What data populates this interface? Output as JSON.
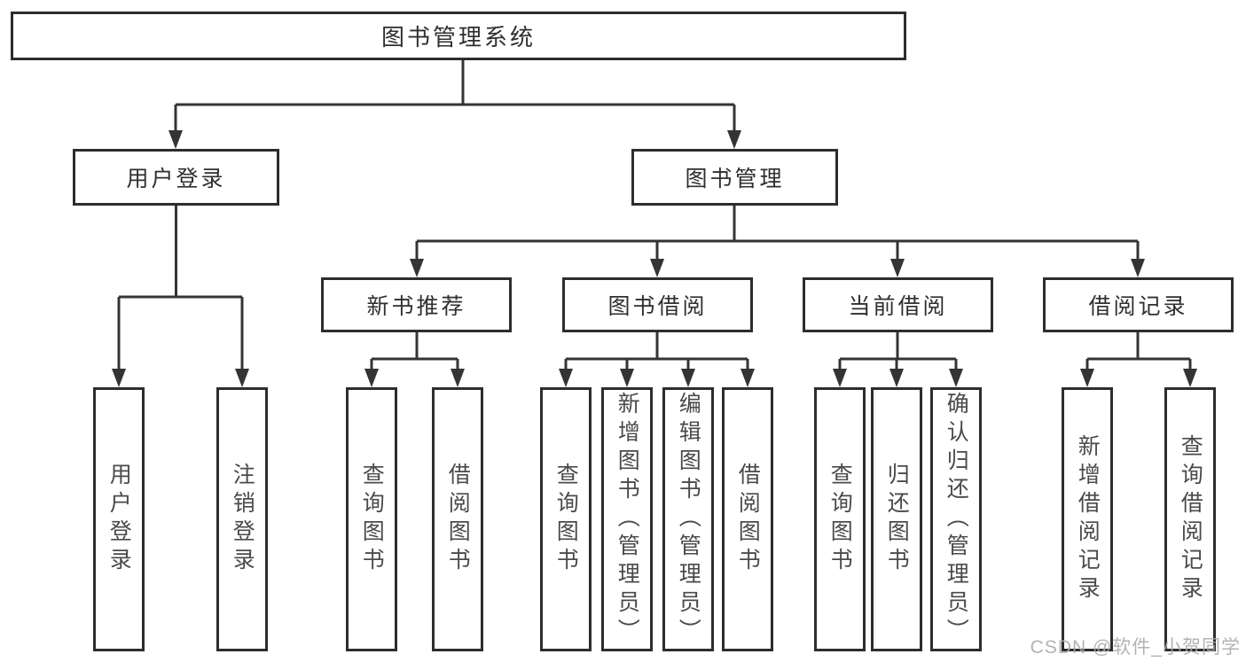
{
  "root": {
    "label": "图书管理系统",
    "children": [
      {
        "label": "用户登录",
        "children": [
          {
            "label": "用户登录"
          },
          {
            "label": "注销登录"
          }
        ]
      },
      {
        "label": "图书管理",
        "children": [
          {
            "label": "新书推荐",
            "children": [
              {
                "label": "查询图书"
              },
              {
                "label": "借阅图书"
              }
            ]
          },
          {
            "label": "图书借阅",
            "children": [
              {
                "label": "查询图书"
              },
              {
                "label": "新增图书（管理员）"
              },
              {
                "label": "编辑图书（管理员）"
              },
              {
                "label": "借阅图书"
              }
            ]
          },
          {
            "label": "当前借阅",
            "children": [
              {
                "label": "查询图书"
              },
              {
                "label": "归还图书"
              },
              {
                "label": "确认归还（管理员）"
              }
            ]
          },
          {
            "label": "借阅记录",
            "children": [
              {
                "label": "新增借阅记录"
              },
              {
                "label": "查询借阅记录"
              }
            ]
          }
        ]
      }
    ]
  },
  "watermark": "CSDN @软件_小贺同学",
  "colors": {
    "line": "#343434",
    "border": "#2d2d2d",
    "header-text": "#2f2f2f",
    "leaf-text": "#4a4a4a",
    "watermark-text": "#ababab",
    "background": "#ffffff"
  }
}
